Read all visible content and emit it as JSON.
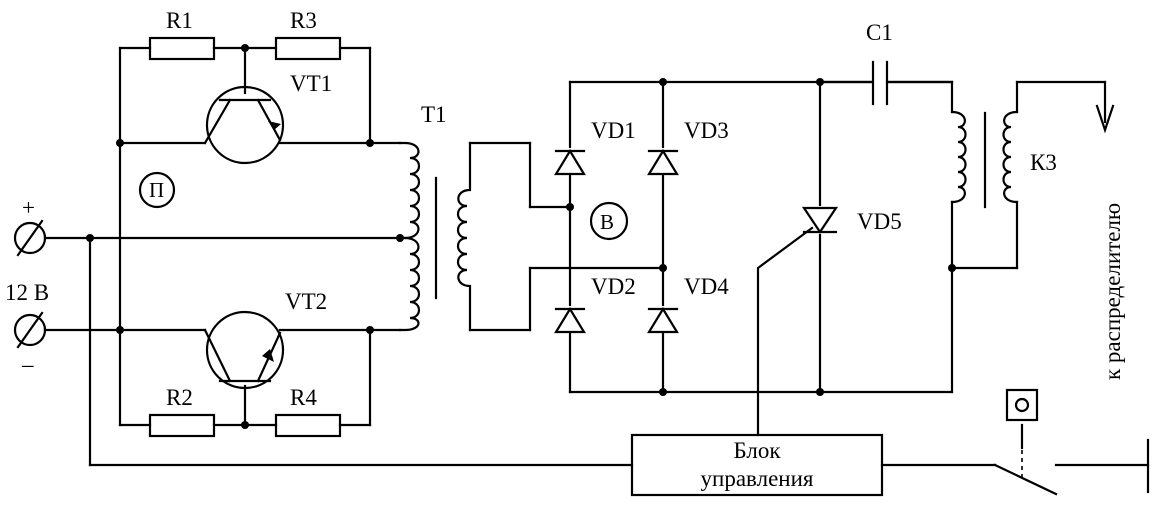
{
  "diagram": {
    "colors": {
      "line": "#000000",
      "background": "#ffffff"
    },
    "labels": {
      "r1": "R1",
      "r3": "R3",
      "r2": "R2",
      "r4": "R4",
      "vt1": "VT1",
      "vt2": "VT2",
      "t1": "T1",
      "c1": "C1",
      "vd1": "VD1",
      "vd2": "VD2",
      "vd3": "VD3",
      "vd4": "VD4",
      "vd5": "VD5",
      "k3": "К3",
      "p_circle": "П",
      "b_circle": "В",
      "plus": "+",
      "minus": "–",
      "voltage": "12 В",
      "control_block_line1": "Блок",
      "control_block_line2": "управления",
      "to_distributor": "к распределителю"
    }
  }
}
